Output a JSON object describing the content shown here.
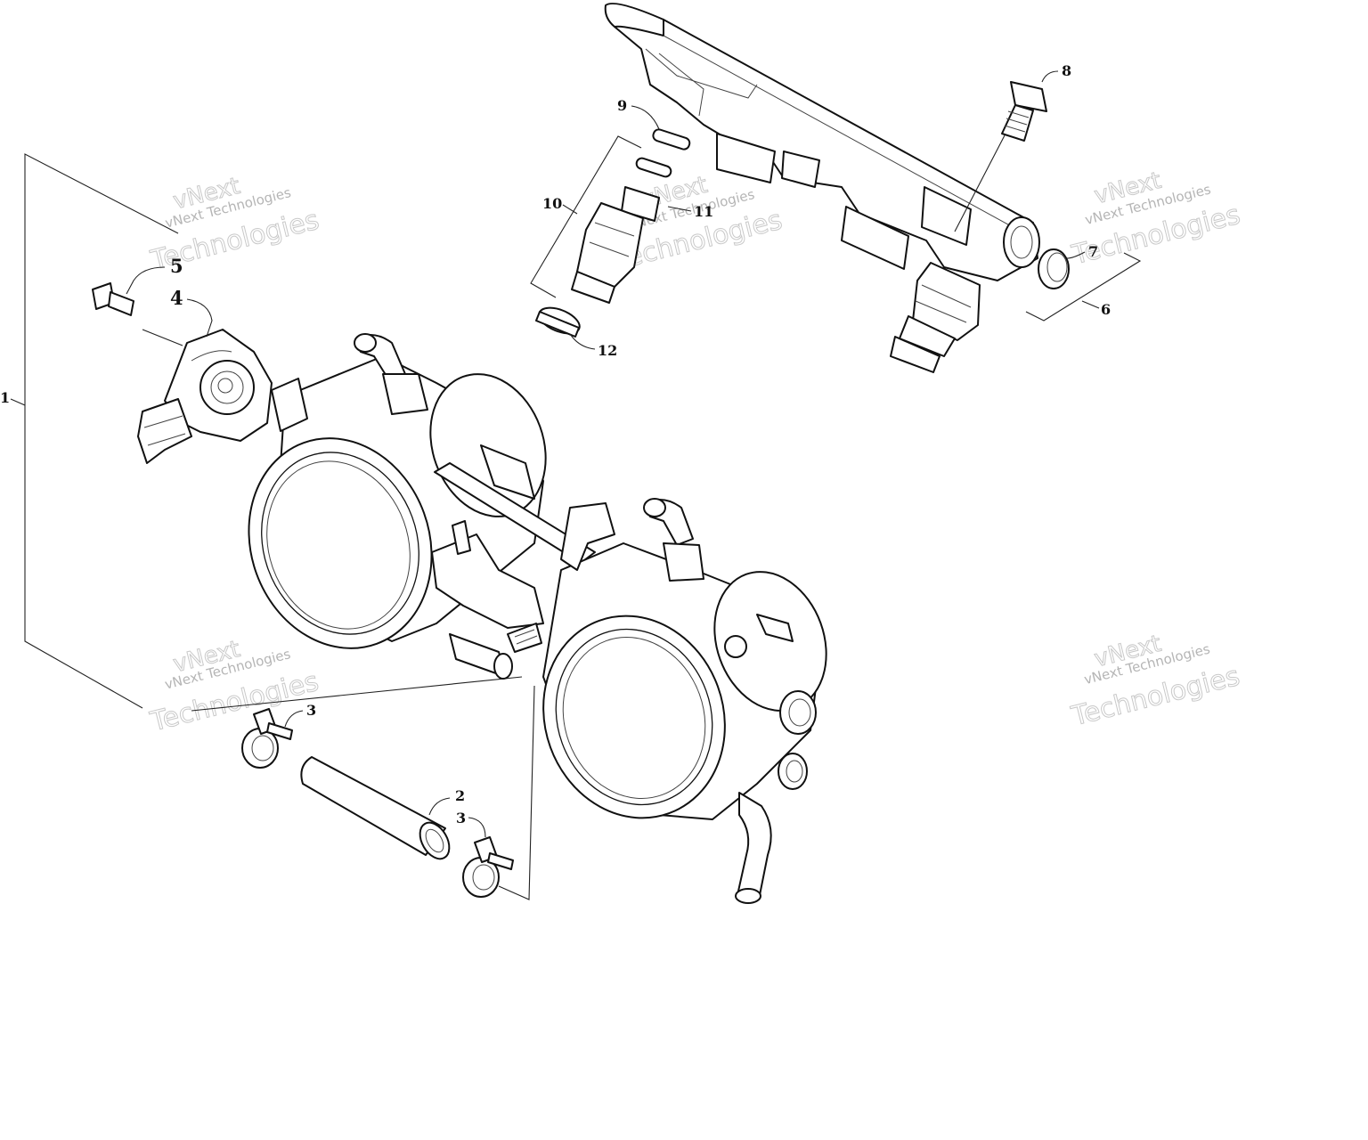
{
  "diagram": {
    "callouts": [
      "1",
      "2",
      "3",
      "3",
      "4",
      "5",
      "6",
      "7",
      "8",
      "9",
      "10",
      "11",
      "12"
    ],
    "watermark": {
      "line1": "vNext",
      "line2": "vNext Technologies",
      "line3": "Technologies"
    }
  }
}
